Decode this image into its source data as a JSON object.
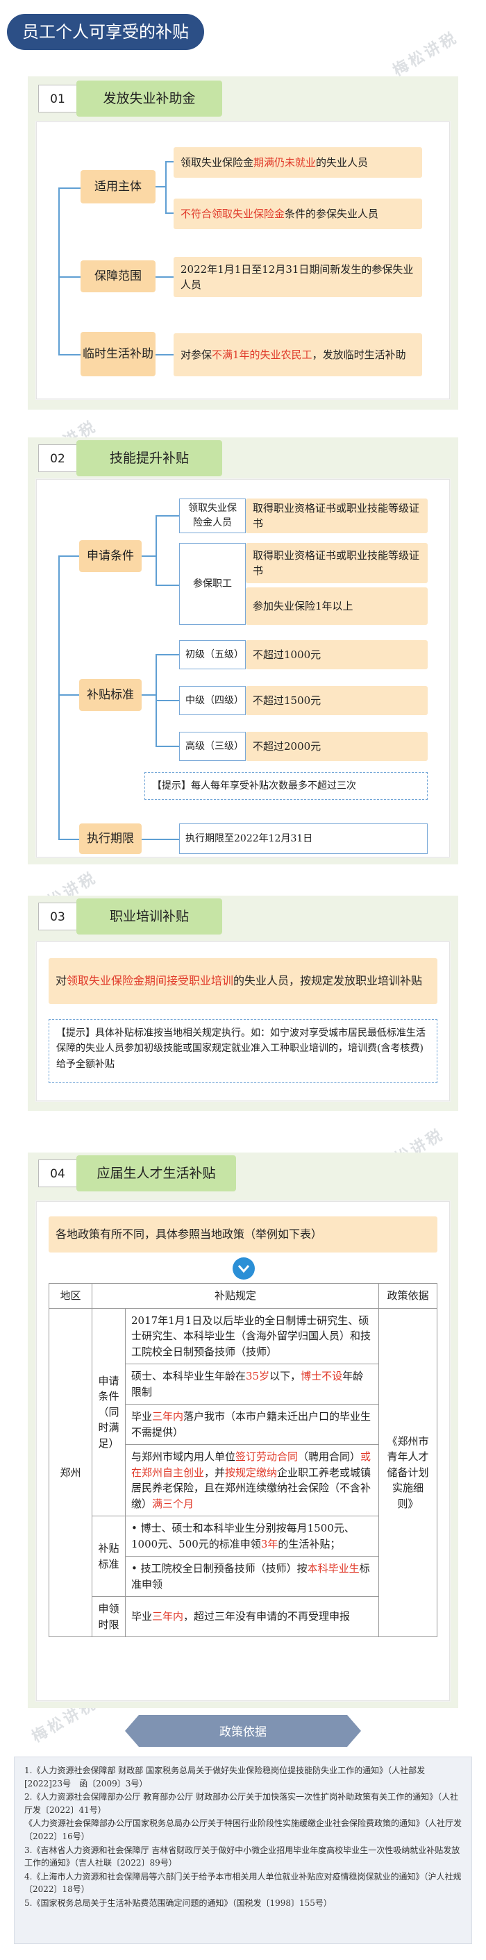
{
  "page_title": "员工个人可享受的补贴",
  "watermark": "梅松讲税",
  "s1": {
    "num": "01",
    "title": "发放失业补助金",
    "branch1": "适用主体",
    "b1_item1_pre": "领取失业保险金",
    "b1_item1_red": "期满仍未就业",
    "b1_item1_post": "的失业人员",
    "b1_item2_red": "不符合领取失业保险金",
    "b1_item2_post": "条件的参保失业人员",
    "branch2": "保障范围",
    "b2_text": "2022年1月1日至12月31日期间新发生的参保失业人员",
    "branch3": "临时生活补助",
    "b3_pre": "对参保",
    "b3_red": "不满1年的失业农民工",
    "b3_post": "，发放临时生活补助"
  },
  "s2": {
    "num": "02",
    "title": "技能提升补贴",
    "branch1": "申请条件",
    "sub1": "领取失业保险金人员",
    "sub1_text": "取得职业资格证书或职业技能等级证书",
    "sub2": "参保职工",
    "sub2_text1": "取得职业资格证书或职业技能等级证书",
    "sub2_text2": "参加失业保险1年以上",
    "branch2": "补贴标准",
    "lv1": "初级（五级）",
    "lv1_text": "不超过1000元",
    "lv2": "中级（四级）",
    "lv2_text": "不超过1500元",
    "lv3": "高级（三级）",
    "lv3_text": "不超过2000元",
    "tip": "【提示】每人每年享受补贴次数最多不超过三次",
    "branch3": "执行期限",
    "b3_text": "执行期限至2022年12月31日"
  },
  "s3": {
    "num": "03",
    "title": "职业培训补贴",
    "text_pre": "对",
    "text_red": "领取失业保险金期间接受职业培训",
    "text_post": "的失业人员，按规定发放职业培训补贴",
    "tip": "【提示】具体补贴标准按当地相关规定执行。如：如宁波对享受城市居民最低标准生活保障的失业人员参加初级技能或国家规定就业准入工种职业培训的，培训费(含考核费)给予全额补贴"
  },
  "s4": {
    "num": "04",
    "title": "应届生人才生活补贴",
    "intro": "各地政策有所不同，具体参照当地政策（举例如下表）",
    "th_region": "地区",
    "th_rule": "补贴规定",
    "th_basis": "政策依据",
    "region": "郑州",
    "cat1": "申请条件（同时满足）",
    "c1": "2017年1月1日及以后毕业的全日制博士研究生、硕士研究生、本科毕业生（含海外留学归国人员）和技工院校全日制预备技师（技师）",
    "c2_pre": "硕士、本科毕业生年龄在",
    "c2_red1": "35岁",
    "c2_mid": "以下，",
    "c2_red2": "博士不设",
    "c2_post": "年龄限制",
    "c3_pre": "毕业",
    "c3_red": "三年内",
    "c3_post": "落户我市（本市户籍未迁出户口的毕业生不需提供）",
    "c4_a": "与郑州市域内用人单位",
    "c4_r1": "签订劳动合同",
    "c4_b": "（聘用合同）",
    "c4_r2": "或在郑州自主创业",
    "c4_c": "，并",
    "c4_r3": "按规定缴纳",
    "c4_d": "企业职工养老或城镇居民养老保险，且在郑州连续缴纳社会保险（不含补缴）",
    "c4_r4": "满三个月",
    "cat2": "补贴标准",
    "s1_pre": "博士、硕士和本科毕业生分别按每月1500元、1000元、500元的标准申领",
    "s1_red": "3年",
    "s1_post": "的生活补贴；",
    "s2_pre": "技工院校全日制预备技师（技师）按",
    "s2_red": "本科毕业生",
    "s2_post": "标准申领",
    "cat3": "申领时限",
    "t_pre": "毕业",
    "t_red": "三年内",
    "t_post": "，超过三年没有申请的不再受理申报",
    "basis": "《郑州市青年人才储备计划实施细则》"
  },
  "policy": {
    "title": "政策依据",
    "items": [
      "1.《人力资源社会保障部 财政部 国家税务总局关于做好失业保险稳岗位提技能防失业工作的通知》（人社部发[2022]23号　函〔2009〕3号）",
      "2.《人力资源社会保障部办公厅 教育部办公厅 财政部办公厅关于加快落实一次性扩岗补助政策有关工作的通知》（人社厅发〔2022〕41号）",
      "《人力资源社会保障部办公厅国家税务总局办公厅关于特困行业阶段性实施缓缴企业社会保险费政策的通知》（人社厅发〔2022〕16号）",
      "3.《吉林省人力资源和社会保障厅 吉林省财政厅关于做好中小微企业招用毕业年度高校毕业生一次性吸纳就业补贴发放工作的通知》（吉人社联〔2022〕89号）",
      "4.《上海市人力资源和社会保障局等六部门关于给予本市相关用人单位就业补贴应对疫情稳岗保就业的通知》（沪人社规〔2022〕18号）",
      "5.《国家税务总局关于生活补贴费范围确定问题的通知》（国税发〔1998〕155号）"
    ]
  }
}
